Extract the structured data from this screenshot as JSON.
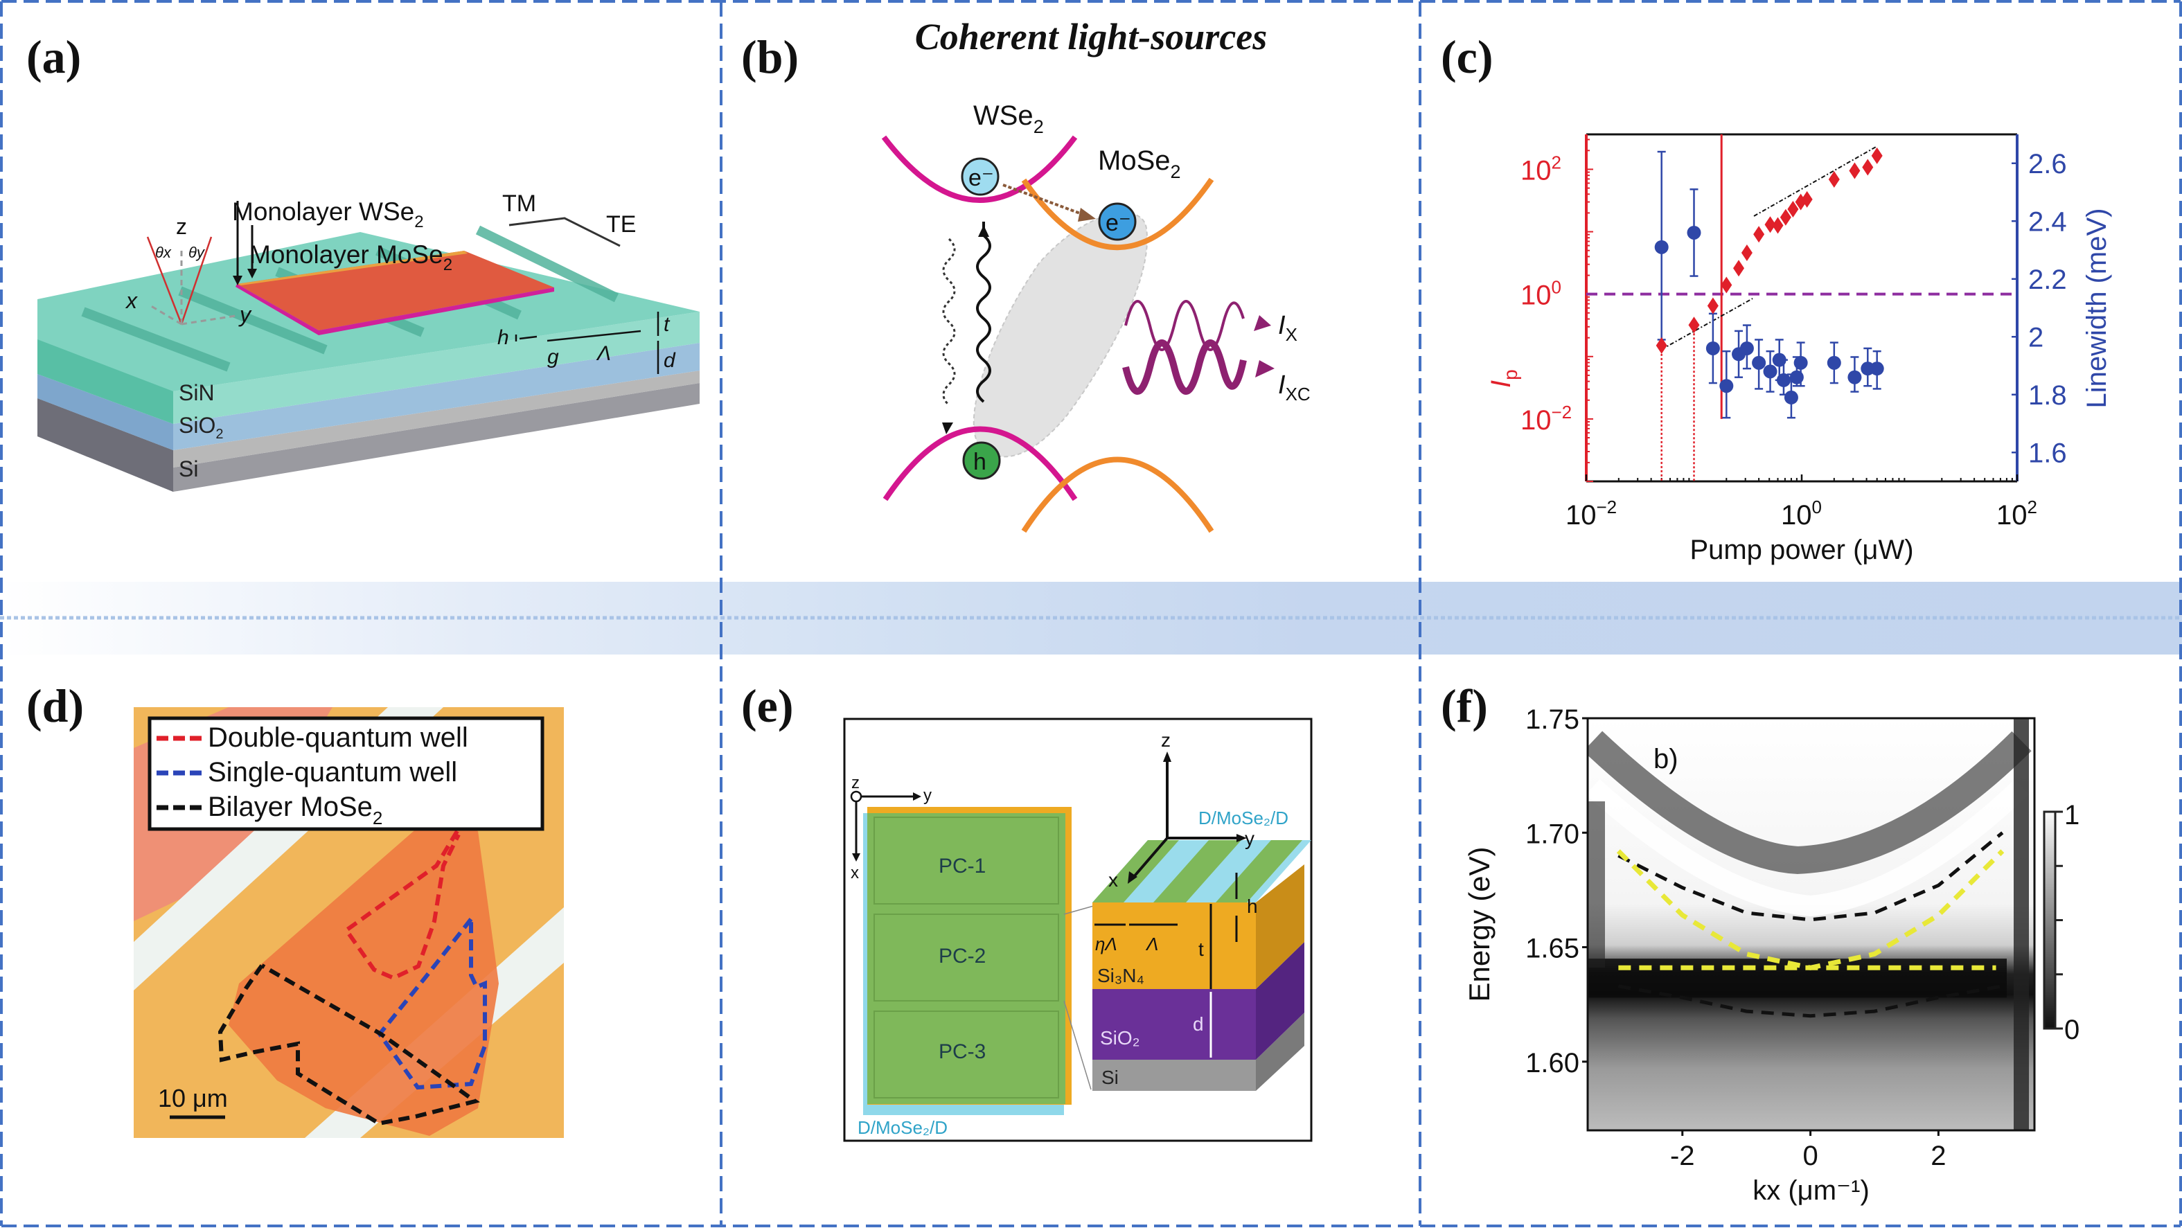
{
  "figure": {
    "banner_title": "Coherent light-sources",
    "border_color": "#4472c4",
    "banner_color": "#c5d6ef"
  },
  "panels": {
    "a": {
      "label": "(a)",
      "layer_labels": {
        "sin": "SiN",
        "sio2": "SiO",
        "sio2_sub": "2",
        "si": "Si"
      },
      "material_labels": {
        "wse2": "Monolayer WSe",
        "wse2_sub": "2",
        "mose2": "Monolayer MoSe",
        "mose2_sub": "2"
      },
      "polarization_labels": {
        "tm": "TM",
        "te": "TE"
      },
      "axis_labels": {
        "x": "x",
        "y": "y",
        "z": "z",
        "theta_x": "θx",
        "theta_y": "θy"
      },
      "dimension_labels": {
        "h": "h",
        "g": "g",
        "period": "Λ",
        "t": "t",
        "d": "d"
      },
      "colors": {
        "sin": "#7fd3c0",
        "sio2": "#9cc0dd",
        "si": "#b4b4b4",
        "mose2": "#e05a40",
        "wse2_edge": "#d0209a"
      }
    },
    "b": {
      "label": "(b)",
      "material_labels": {
        "wse2": "WSe",
        "wse2_sub": "2",
        "mose2": "MoSe",
        "mose2_sub": "2"
      },
      "particle_labels": {
        "electron": "e⁻",
        "hole": "h"
      },
      "emission_labels": {
        "ix": "I",
        "ix_sub": "X",
        "ixc": "I",
        "ixc_sub": "XC"
      },
      "colors": {
        "wse2_band": "#d4168f",
        "mose2_band": "#f08a2c",
        "electron_wse2": "#9fdcf0",
        "electron_mose2": "#3d9ee0",
        "hole": "#3aa54a",
        "emission": "#8e2170"
      }
    },
    "c": {
      "label": "(c)"
    },
    "d": {
      "label": "(d)",
      "legend": [
        {
          "label": "Double-quantum well",
          "color": "#e0202a"
        },
        {
          "label": "Single-quantum well",
          "color": "#2a44b8"
        },
        {
          "label": "Bilayer MoSe",
          "sub": "2",
          "color": "#111111"
        }
      ],
      "scale_bar": "10 μm"
    },
    "e": {
      "label": "(e)",
      "pc_labels": [
        "PC-1",
        "PC-2",
        "PC-3"
      ],
      "stack_labels": {
        "top": "D/MoSe₂/D",
        "bottom": "D/MoSe₂/D",
        "si3n4": "Si₃N₄",
        "sio2": "SiO₂",
        "si": "Si"
      },
      "axis_labels": {
        "x": "x",
        "y": "y",
        "z": "z"
      },
      "dimension_labels": {
        "eta_period": "ηΛ",
        "period": "Λ",
        "t": "t",
        "h": "h",
        "d": "d"
      },
      "colors": {
        "pc": "#7fb85a",
        "film": "#8fd8ea",
        "si3n4": "#eeaa22",
        "sio2": "#6a3098",
        "si": "#9a9a9a"
      }
    },
    "f": {
      "label": "(f)",
      "inset_label": "b)"
    }
  },
  "chart_data": [
    {
      "panel": "c",
      "type": "scatter",
      "title": "",
      "xlabel": "Pump power (μW)",
      "ylabel_left": "I",
      "ylabel_left_sub": "p",
      "ylabel_right": "Linewidth (meV)",
      "xscale": "log",
      "xlim": [
        0.01,
        100
      ],
      "x_ticks": [
        {
          "v": 0.01,
          "base": "10",
          "exp": "−2"
        },
        {
          "v": 1,
          "base": "10",
          "exp": "0"
        },
        {
          "v": 100,
          "base": "10",
          "exp": "2"
        }
      ],
      "yscale_left": "log",
      "ylim_left": [
        0.001,
        363
      ],
      "y_ticks_left": [
        {
          "v": 0.01,
          "base": "10",
          "exp": "−2"
        },
        {
          "v": 1,
          "base": "10",
          "exp": "0"
        },
        {
          "v": 100,
          "base": "10",
          "exp": "2"
        }
      ],
      "ylim_right": [
        1.5,
        2.7
      ],
      "y_ticks_right": [
        "1.6",
        "1.8",
        "2",
        "2.2",
        "2.4",
        "2.6"
      ],
      "grid": false,
      "series": [
        {
          "name": "Ip (photon occupancy)",
          "axis": "left",
          "marker": "diamond",
          "color": "#e0202a",
          "x": [
            0.05,
            0.1,
            0.15,
            0.2,
            0.26,
            0.31,
            0.4,
            0.51,
            0.6,
            0.71,
            0.83,
            0.98,
            1.12,
            2.0,
            3.1,
            4.1,
            5.0
          ],
          "y": [
            0.15,
            0.32,
            0.65,
            1.4,
            2.6,
            4.6,
            9.1,
            13,
            12.6,
            17,
            23,
            30,
            33,
            69,
            95,
            108,
            165
          ]
        },
        {
          "name": "Linewidth",
          "axis": "right",
          "marker": "circle",
          "color": "#2f47a8",
          "x": [
            0.05,
            0.1,
            0.15,
            0.2,
            0.26,
            0.31,
            0.4,
            0.51,
            0.62,
            0.68,
            0.8,
            0.9,
            0.98,
            2.0,
            3.1,
            4.1,
            5.0
          ],
          "y": [
            2.31,
            2.36,
            1.96,
            1.83,
            1.94,
            1.96,
            1.91,
            1.88,
            1.92,
            1.85,
            1.79,
            1.86,
            1.91,
            1.91,
            1.86,
            1.89,
            1.89
          ],
          "err_low": [
            1.99,
            2.21,
            1.84,
            1.72,
            1.86,
            1.89,
            1.82,
            1.81,
            1.85,
            1.8,
            1.72,
            1.83,
            1.83,
            1.84,
            1.81,
            1.83,
            1.82
          ],
          "err_high": [
            2.64,
            2.51,
            2.08,
            1.95,
            2.02,
            2.04,
            1.99,
            1.95,
            1.99,
            1.92,
            1.87,
            1.93,
            1.98,
            1.98,
            1.93,
            1.96,
            1.95
          ]
        }
      ],
      "annotations": {
        "threshold_line_x": 0.18,
        "dotted_lines_x": [
          0.05,
          0.1
        ],
        "dashed_hline_ip": 1,
        "fit_lines": [
          {
            "x": [
              0.05,
              0.35
            ],
            "y": [
              0.13,
              0.85
            ]
          },
          {
            "x": [
              0.36,
              5.0
            ],
            "y": [
              17.8,
              234
            ]
          }
        ],
        "colors": {
          "threshold": "#e0202a",
          "hline": "#8e2ea0",
          "fit": "#111111"
        }
      }
    },
    {
      "panel": "f",
      "type": "heatmap",
      "title": "",
      "xlabel": "kx (μm⁻¹)",
      "ylabel": "Energy (eV)",
      "xlim": [
        -3.48,
        3.5
      ],
      "ylim": [
        1.57,
        1.75
      ],
      "x_ticks": [
        "-2",
        "0",
        "2"
      ],
      "x_tick_values": [
        -2,
        0,
        2
      ],
      "y_ticks": [
        "1.60",
        "1.65",
        "1.70",
        "1.75"
      ],
      "y_tick_values": [
        1.6,
        1.65,
        1.7,
        1.75
      ],
      "colorbar": {
        "min": "0",
        "max": "1",
        "colormap": "gray"
      },
      "overlay_curves": [
        {
          "name": "upper polariton fit",
          "color": "#111111",
          "style": "dashed",
          "x": [
            -3.0,
            -2.0,
            -1.0,
            0,
            1.0,
            2.0,
            3.0
          ],
          "y": [
            1.69,
            1.676,
            1.665,
            1.662,
            1.665,
            1.677,
            1.7
          ]
        },
        {
          "name": "photon dispersion",
          "color": "#e8e838",
          "style": "dashed",
          "x": [
            -3.0,
            -2.0,
            -1.0,
            0,
            1.0,
            2.0,
            3.0
          ],
          "y": [
            1.692,
            1.664,
            1.647,
            1.641,
            1.647,
            1.664,
            1.692
          ]
        },
        {
          "name": "exciton level",
          "color": "#e8e838",
          "style": "dashed",
          "x": [
            -3.0,
            2.9
          ],
          "y": [
            1.641,
            1.641
          ]
        },
        {
          "name": "lower polariton fit",
          "color": "#111111",
          "style": "dashed",
          "x": [
            -3.0,
            -2.0,
            -1.0,
            0,
            1.0,
            2.0,
            3.0
          ],
          "y": [
            1.633,
            1.628,
            1.622,
            1.62,
            1.622,
            1.628,
            1.633
          ]
        }
      ],
      "features": [
        {
          "name": "dark flat band",
          "energy": 1.638,
          "intensity": 0
        },
        {
          "name": "bright upper branch",
          "energy_at_k0": 1.665
        }
      ]
    }
  ]
}
